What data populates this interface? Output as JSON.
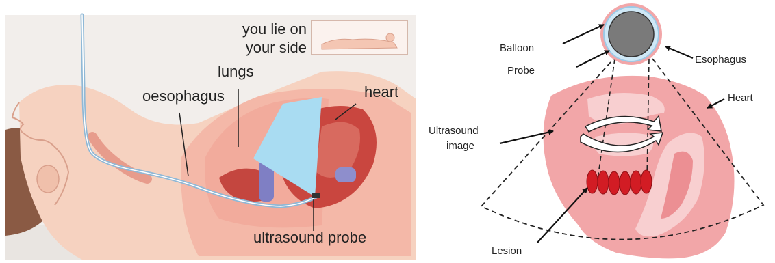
{
  "left_panel": {
    "inset_text_line1": "you lie on",
    "inset_text_line2": "your side",
    "label_lungs": "lungs",
    "label_oesophagus": "oesophagus",
    "label_heart": "heart",
    "label_probe": "ultrasound probe"
  },
  "right_panel": {
    "label_balloon": "Balloon",
    "label_probe": "Probe",
    "label_esophagus": "Esophagus",
    "label_heart": "Heart",
    "label_ultrasound_line1": "Ultrasound",
    "label_ultrasound_line2": "image",
    "label_lesion": "Lesion"
  },
  "colors": {
    "skin": "#f6d2c0",
    "skin_shade": "#e9a993",
    "background_panel": "#f3efec",
    "lung": "#f4b4a8",
    "heart_red": "#c9463f",
    "vein_blue": "#7f7fc4",
    "ultrasound_blue": "#a9dcf2",
    "tube_blue": "#8fb8d6",
    "diagram_heart": "#f2a6a8",
    "diagram_heart_light": "#f8cfd0",
    "lesion_red": "#d21c24",
    "probe_gray": "#7a7a7a"
  }
}
